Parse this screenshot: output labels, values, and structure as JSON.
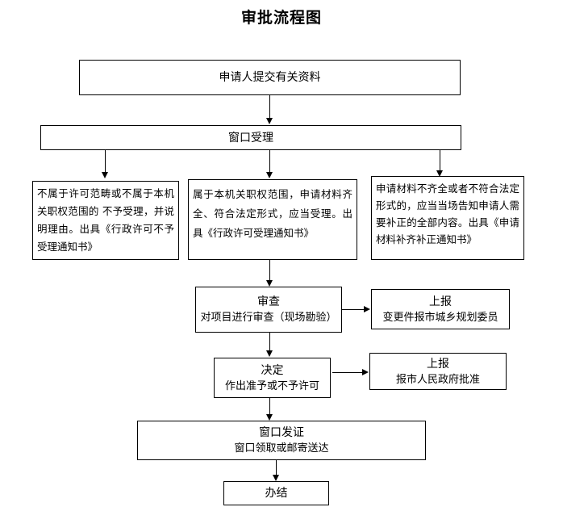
{
  "diagram": {
    "title": "审批流程图",
    "nodes": {
      "submit": {
        "line1": "申请人提交有关资料"
      },
      "window_accept": {
        "line1": "窗口受理"
      },
      "branch_reject": {
        "text": "不属于许可范畴或不属于本机关职权范围的 不予受理，并说明理由。出具《行政许可不予受理通知书》"
      },
      "branch_accept": {
        "text": "属于本机关职权范围，申请材料齐全、符合法定形式，应当受理。出具《行政许可受理通知书》"
      },
      "branch_supplement": {
        "text": "申请材料不齐全或者不符合法定形式的，应当当场告知申请人需要补正的全部内容。出具《申请材料补齐补正通知书》"
      },
      "review": {
        "line1": "审查",
        "line2": "对项目进行审查（现场勘验）"
      },
      "report_planning": {
        "line1": "上报",
        "line2": "变更件报市城乡规划委员"
      },
      "decision": {
        "line1": "决定",
        "line2": "作出准予或不予许可"
      },
      "report_government": {
        "line1": "上报",
        "line2": "报市人民政府批准"
      },
      "issue_license": {
        "line1": "窗口发证",
        "line2": "窗口领取或邮寄送达"
      },
      "complete": {
        "line1": "办结"
      }
    },
    "colors": {
      "stroke": "#000000",
      "fill": "#ffffff",
      "text": "#000000"
    }
  }
}
